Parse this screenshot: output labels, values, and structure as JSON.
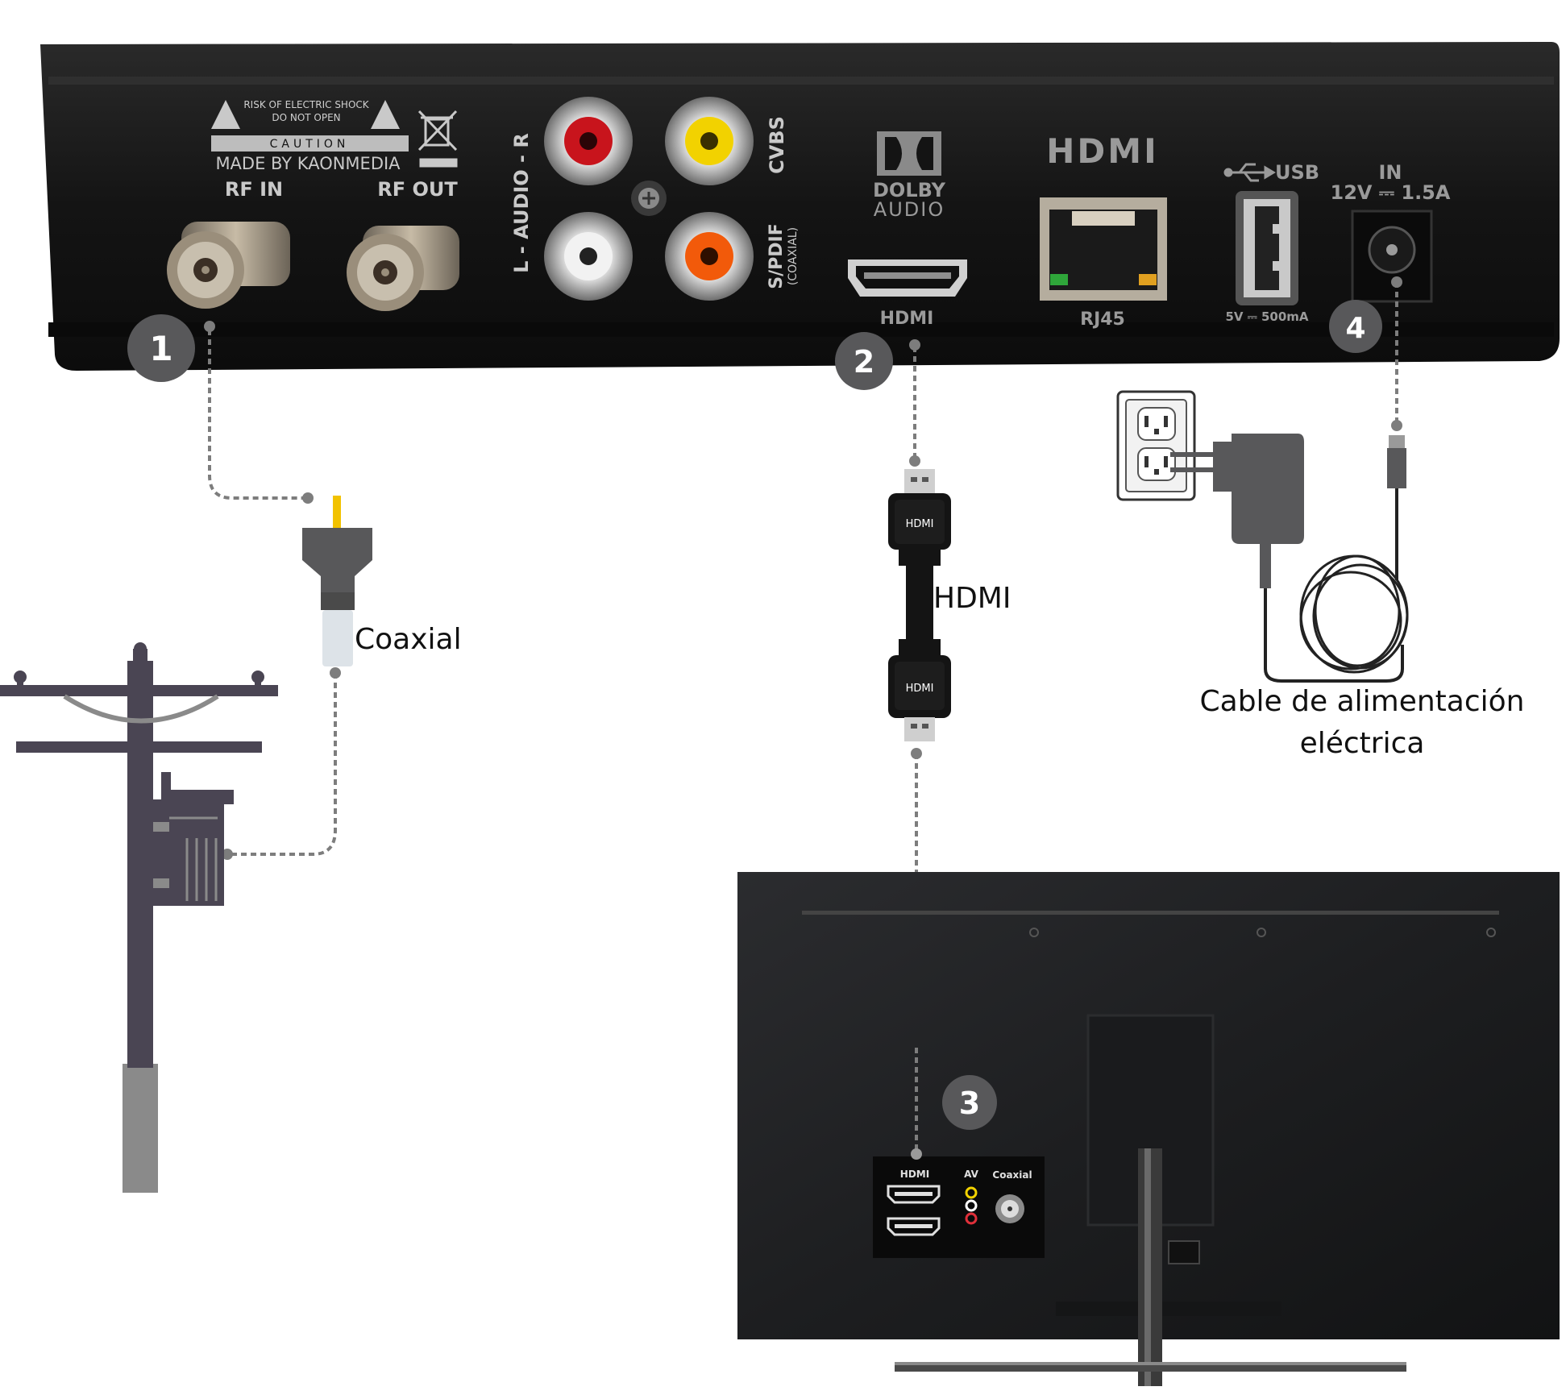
{
  "device": {
    "warning_line1": "RISK OF ELECTRIC SHOCK",
    "warning_line2": "DO NOT OPEN",
    "caution": "CAUTION",
    "maker": "MADE BY KAONMEDIA",
    "rf_in": "RF IN",
    "rf_out": "RF OUT",
    "audio_lr": "L - AUDIO - R",
    "cvbs": "CVBS",
    "spdif": "S/PDIF",
    "spdif_sub": "(COAXIAL)",
    "dolby_line1": "DOLBY",
    "dolby_line2": "AUDIO",
    "hdmi_logo": "HDMI",
    "hdmi_port": "HDMI",
    "rj45": "RJ45",
    "usb": "USB",
    "usb_rating": "5V ⎓ 500mA",
    "power_in": "IN",
    "power_rating": "12V ⎓ 1.5A"
  },
  "steps": [
    "1",
    "2",
    "3",
    "4"
  ],
  "labels": {
    "coaxial": "Coaxial",
    "hdmi_cable": "HDMI",
    "power_line1": "Cable de alimentación",
    "power_line2": "eléctrica"
  },
  "hdmi_plug_text": "HDMI",
  "tv_panel": {
    "hdmi": "HDMI",
    "av": "AV",
    "coaxial": "Coaxial"
  },
  "colors": {
    "device_body": "#141414",
    "step_badge": "#58585a",
    "pole": "#4a4553",
    "tv_body": "#1c1d1f",
    "rca_red": "#c8141c",
    "rca_yellow": "#f2d200",
    "rca_white": "#f2f2f2",
    "rca_orange": "#f25a0a"
  }
}
